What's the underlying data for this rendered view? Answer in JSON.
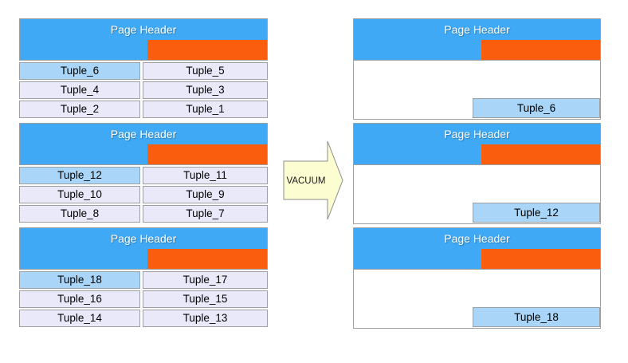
{
  "diagram": {
    "arrow_label": "VACUUM",
    "colors": {
      "page_header_blue": "#3FA9F5",
      "dead_space_orange": "#FB5D0E",
      "tuple_highlight_blue": "#A9D6F8",
      "tuple_lavender": "#E9E9FA",
      "arrow_fill_yellow": "#FDFDD2",
      "border_gray": "#A0A0A0"
    },
    "before_pages": [
      {
        "header_label": "Page Header",
        "cells": [
          "Tuple_6",
          "Tuple_5",
          "Tuple_4",
          "Tuple_3",
          "Tuple_2",
          "Tuple_1"
        ],
        "highlighted_cell": "Tuple_6"
      },
      {
        "header_label": "Page Header",
        "cells": [
          "Tuple_12",
          "Tuple_11",
          "Tuple_10",
          "Tuple_9",
          "Tuple_8",
          "Tuple_7"
        ],
        "highlighted_cell": "Tuple_12"
      },
      {
        "header_label": "Page Header",
        "cells": [
          "Tuple_18",
          "Tuple_17",
          "Tuple_16",
          "Tuple_15",
          "Tuple_14",
          "Tuple_13"
        ],
        "highlighted_cell": "Tuple_18"
      }
    ],
    "after_pages": [
      {
        "header_label": "Page Header",
        "remaining_tuple": "Tuple_6"
      },
      {
        "header_label": "Page Header",
        "remaining_tuple": "Tuple_12"
      },
      {
        "header_label": "Page Header",
        "remaining_tuple": "Tuple_18"
      }
    ]
  }
}
